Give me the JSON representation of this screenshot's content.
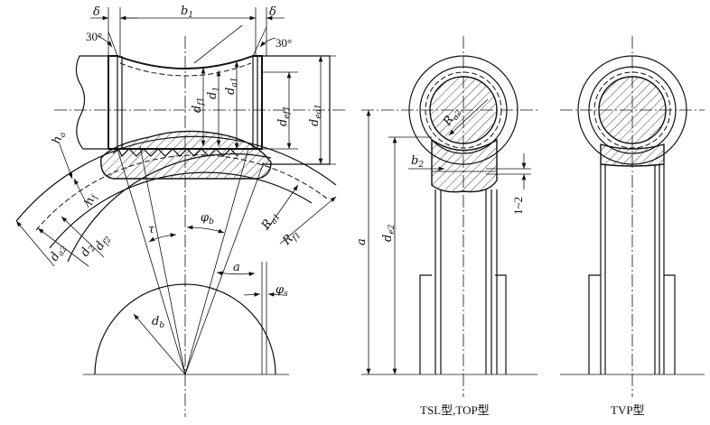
{
  "labels": {
    "delta_left": "δ",
    "b1": "b",
    "b1_sub": "1",
    "delta_right": "δ",
    "angle_left": "30°",
    "angle_right": "30°",
    "df1": "d",
    "df1_sub": "f1",
    "d1": "d",
    "d1_sub": "1",
    "da1": "d",
    "da1_sub": "a1",
    "def1": "d",
    "def1_sub": "ef1",
    "dea1": "d",
    "dea1_sub": "ea1",
    "ha": "h",
    "ha_sub": "a",
    "hf": "h",
    "hf_sub": "f",
    "da2": "d",
    "da2_sub": "a2",
    "d2": "d",
    "d2_sub": "2",
    "df2": "d",
    "df2_sub": "f2",
    "tau": "τ",
    "phi_b": "φ",
    "phi_b_sub": "b",
    "Ra1": "R",
    "Ra1_sub": "a1",
    "Rf1": "R",
    "Rf1_sub": "f1",
    "alpha": "a",
    "phi_s": "φ",
    "phi_s_sub": "s",
    "db": "d",
    "db_sub": "b",
    "Ra2": "R",
    "Ra2_sub": "a2",
    "b2": "b",
    "b2_sub": "2",
    "clearance": "1~2",
    "a_center": "a",
    "de2": "d",
    "de2_sub": "e2"
  },
  "captions": {
    "view1": "TSL型,TOP型",
    "view2": "TVP型"
  }
}
